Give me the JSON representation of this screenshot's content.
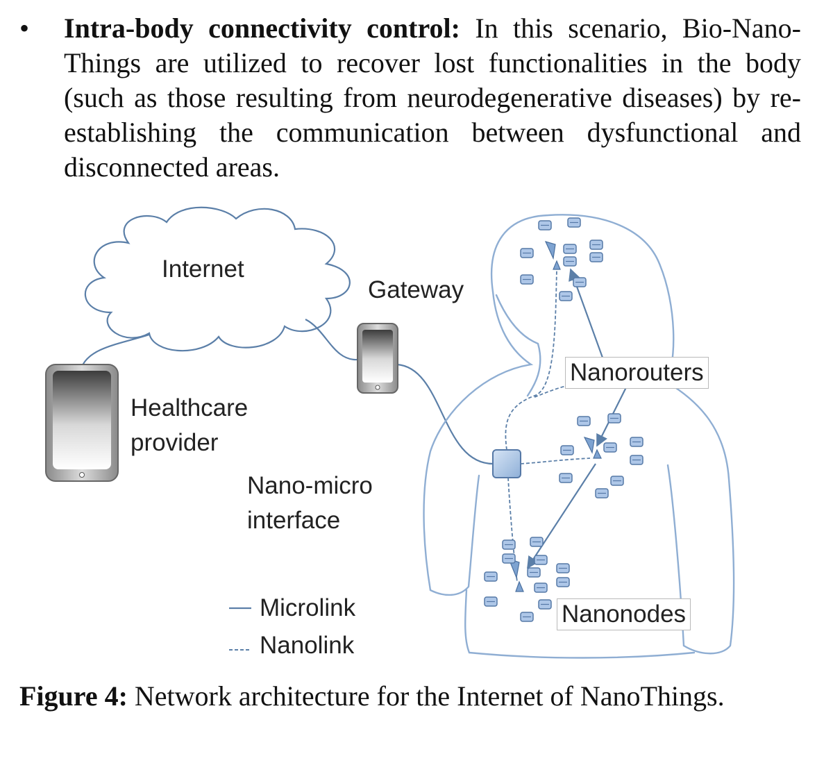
{
  "bullet": {
    "marker": "•",
    "title": "Intra-body connectivity control:",
    "text": " In this scenario, Bio-Nano-Things are utilized to recover lost functionalities in the body (such as those resulting from neurodegenerative diseases) by re-establishing the communication between dysfunctional and disconnected areas."
  },
  "figure": {
    "labels": {
      "internet": "Internet",
      "gateway": "Gateway",
      "healthcare_line1": "Healthcare",
      "healthcare_line2": "provider",
      "nanorouters": "Nanorouters",
      "nano_micro_line1": "Nano-micro",
      "nano_micro_line2": "interface",
      "nanonodes": "Nanonodes",
      "legend_microlink": "Microlink",
      "legend_nanolink": "Nanolink"
    },
    "colors": {
      "link": "#5b7fa8",
      "node_fill": "#aec7e8",
      "node_stroke": "#5578a6",
      "body_outline": "#8faed3"
    }
  },
  "caption": {
    "label": "Figure 4:",
    "text": " Network architecture for the Internet of NanoThings."
  }
}
